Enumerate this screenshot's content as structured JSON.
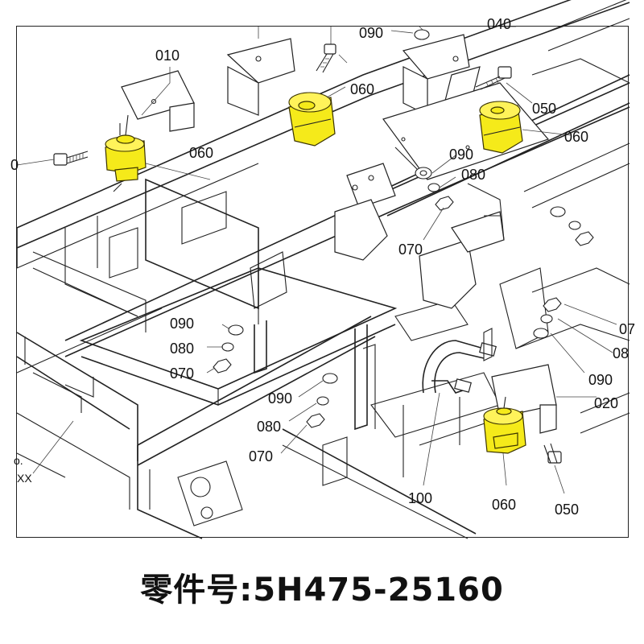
{
  "diagram": {
    "callouts": {
      "c010": "010",
      "c090_top": "090",
      "c040_top": "040",
      "c060_center": "060",
      "c050_top": "050",
      "c060_left": "060",
      "c060_right": "060",
      "c090_mid": "090",
      "c080_mid": "080",
      "c070_mid": "070",
      "c000_left": "0",
      "c090_left": "090",
      "c080_left": "080",
      "c070_left": "070",
      "c090_center": "090",
      "c080_center": "080",
      "c070_center": "070",
      "c090_right": "090",
      "c080_right": "08",
      "c070_right": "07",
      "c020": "020",
      "c100": "100",
      "c060_bottom": "060",
      "c050_bottom": "050",
      "c_edge_text_1": "o.",
      "c_edge_text_2": "XX"
    },
    "highlight_color": "#f5ea1a"
  },
  "caption": {
    "text": "零件号:5H475-25160"
  }
}
